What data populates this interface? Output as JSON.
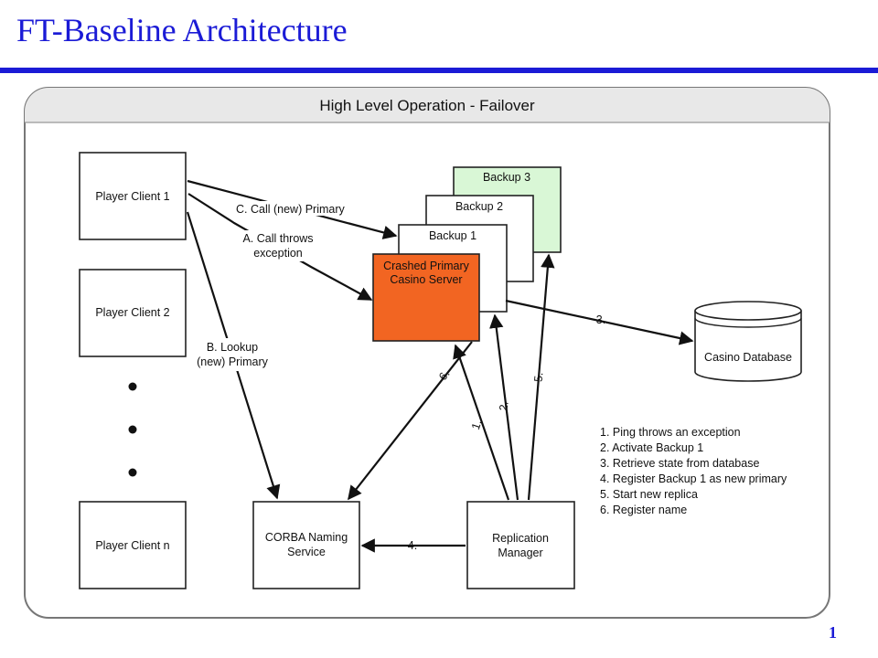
{
  "slide": {
    "title": "FT-Baseline Architecture",
    "page_number": "1"
  },
  "diagram": {
    "panel_title": "High Level Operation - Failover",
    "nodes": {
      "player_client_1": "Player Client 1",
      "player_client_2": "Player Client 2",
      "player_client_n": "Player Client n",
      "backup_3": "Backup 3",
      "backup_2": "Backup 2",
      "backup_1": "Backup 1",
      "crashed_primary": [
        "Crashed Primary",
        "Casino Server"
      ],
      "casino_database": "Casino Database",
      "naming_service": [
        "CORBA Naming",
        "Service"
      ],
      "replication_manager": [
        "Replication",
        "Manager"
      ]
    },
    "edge_labels": {
      "call_new_primary": "C. Call (new) Primary",
      "call_throws": [
        "A. Call throws",
        "exception"
      ],
      "lookup": [
        "B. Lookup",
        "(new) Primary"
      ],
      "step_1": "1.",
      "step_2": "2.",
      "step_3": "3.",
      "step_4": "4.",
      "step_5": "5.",
      "step_6": "6."
    },
    "legend": [
      "1. Ping throws an exception",
      "2. Activate Backup 1",
      "3. Retrieve state from database",
      "4. Register Backup 1 as new primary",
      "5. Start new replica",
      "6. Register name"
    ],
    "colors": {
      "title": "#1b1bd6",
      "crashed_primary_fill": "#f26522",
      "backup_3_fill": "#d9f7d6",
      "panel_header": "#e8e8e8"
    }
  }
}
